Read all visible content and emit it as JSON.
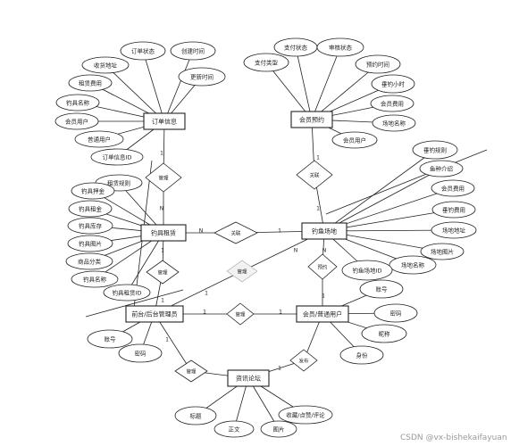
{
  "entities": {
    "order": "订单信息",
    "reserve": "会员预约",
    "gear": "钓具租赁",
    "site": "钓鱼场地",
    "admin": "前台/后台管理员",
    "member": "会员/普通用户",
    "forum": "资讯论坛"
  },
  "relations": {
    "r_order_gear": "管理",
    "r_reserve_site": "关联",
    "r_gear_site": "关联",
    "r_admin_gear": "管理",
    "r_admin_site": "管理",
    "r_site_member": "预约",
    "r_admin_member": "管理",
    "r_admin_forum": "管理",
    "r_member_forum": "发布"
  },
  "attributes": {
    "a_order_status": "订单状态",
    "a_order_created": "创建时间",
    "a_order_addr": "收货地址",
    "a_order_updated": "更新时间",
    "a_order_fee": "租赁费用",
    "a_order_gearname": "钓具名称",
    "a_order_member": "会员用户",
    "a_order_user": "普通用户",
    "a_order_id": "订单信息ID",
    "a_order_rule": "租赁规则",
    "a_res_paystatus": "支付状态",
    "a_res_audit": "审核状态",
    "a_res_paytype": "支付类型",
    "a_res_time": "预约时间",
    "a_res_hours": "垂钓小时",
    "a_res_fee": "会员费用",
    "a_res_site": "场地名称",
    "a_res_member": "会员用户",
    "a_site_rule": "垂钓规则",
    "a_site_intro": "鱼种介绍",
    "a_site_memberfee": "会员费用",
    "a_site_fishfee": "垂钓费用",
    "a_site_addr": "场地地址",
    "a_site_img": "场地图片",
    "a_site_name": "场地名称",
    "a_site_id": "钓鱼场地ID",
    "a_gear_deposit": "钓具押金",
    "a_gear_rent": "钓具租金",
    "a_gear_stock": "钓具库存",
    "a_gear_img": "钓具图片",
    "a_gear_cat": "商品分类",
    "a_gear_name": "钓具名称",
    "a_gear_id": "钓具租赁ID",
    "a_admin_account": "账号",
    "a_admin_pwd": "密码",
    "a_mem_account": "账号",
    "a_mem_pwd": "密码",
    "a_mem_nick": "昵称",
    "a_mem_id": "身份",
    "a_forum_title": "标题",
    "a_forum_body": "正文",
    "a_forum_img": "图片",
    "a_forum_stats": "收藏/点赞/评论"
  },
  "cardinalities": {
    "c1": "1",
    "c2": "N",
    "c3": "1",
    "c4": "1",
    "c5": "N",
    "c6": "1",
    "c7": "1",
    "c8": "1",
    "c9": "1",
    "c10": "N",
    "c11": "1",
    "c12": "N",
    "c13": "1",
    "c14": "1",
    "c15": "1",
    "c16": "1"
  },
  "watermark": "CSDN @vx-bishekaifayuan"
}
